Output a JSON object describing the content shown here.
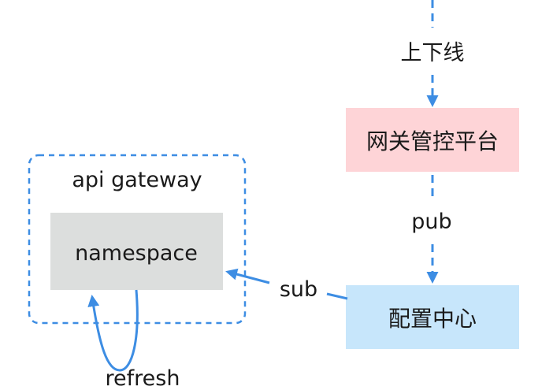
{
  "diagram": {
    "nodes": {
      "gateway_container": {
        "label": "api gateway"
      },
      "namespace": {
        "label": "namespace",
        "fill": "#dcdedd"
      },
      "control_platform": {
        "label": "网关管控平台",
        "fill": "#fed4d7"
      },
      "config_center": {
        "label": "配置中心",
        "fill": "#c7e6fb"
      }
    },
    "edges": {
      "online_offline": {
        "label": "上下线"
      },
      "pub": {
        "label": "pub"
      },
      "sub": {
        "label": "sub"
      },
      "refresh": {
        "label": "refresh"
      }
    },
    "colors": {
      "arrow": "#3d8de3",
      "container_border": "#3d8de3"
    }
  }
}
